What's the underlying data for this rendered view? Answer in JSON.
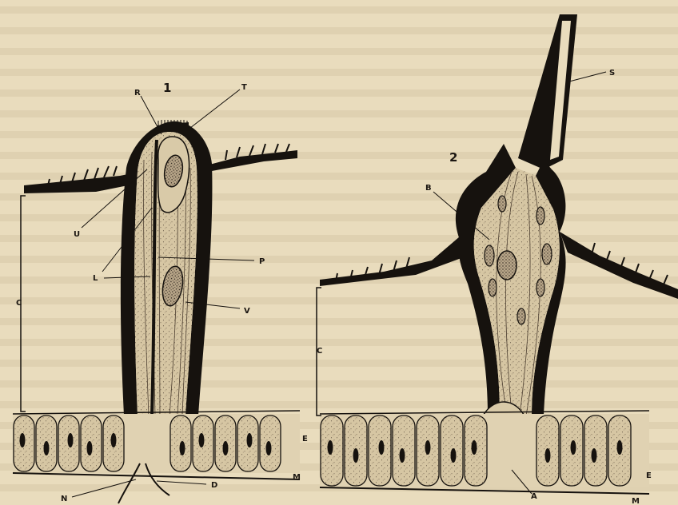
{
  "figures": [
    {
      "number": "1",
      "labels": [
        "R",
        "T",
        "U",
        "L",
        "P",
        "C",
        "V",
        "E",
        "N",
        "D",
        "M"
      ]
    },
    {
      "number": "2",
      "labels": [
        "S",
        "B",
        "C",
        "A",
        "E",
        "M"
      ]
    }
  ],
  "colors": {
    "paper": "#e9dcbd",
    "ink": "#16120e",
    "cell_fill": "#d8c9a7",
    "nucleus_fill": "#6b5b4a"
  }
}
